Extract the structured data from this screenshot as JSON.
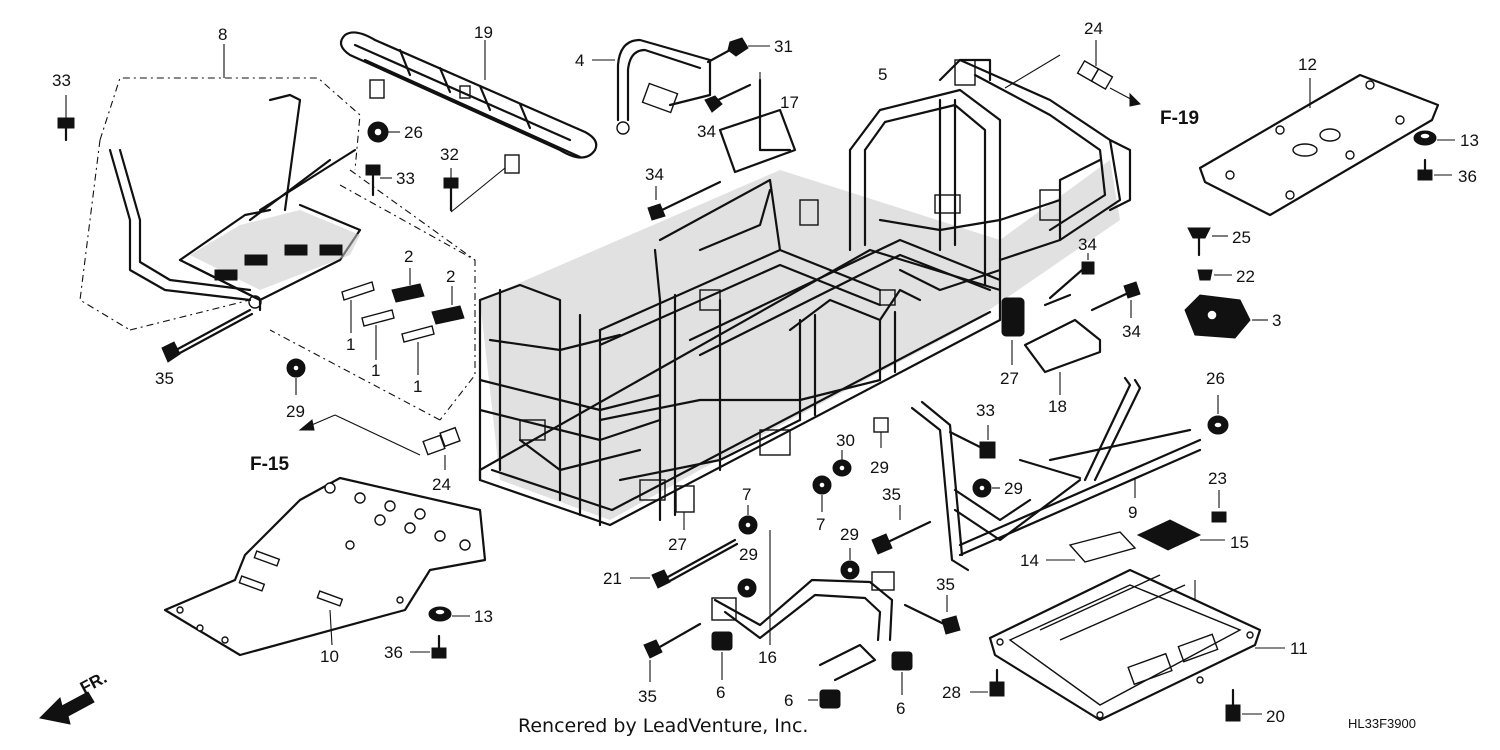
{
  "diagram": {
    "callouts": [
      {
        "id": "c8",
        "label": "8"
      },
      {
        "id": "c19",
        "label": "19"
      },
      {
        "id": "c4",
        "label": "4"
      },
      {
        "id": "c31",
        "label": "31"
      },
      {
        "id": "c24a",
        "label": "24"
      },
      {
        "id": "c12",
        "label": "12"
      },
      {
        "id": "c33a",
        "label": "33"
      },
      {
        "id": "c5",
        "label": "5"
      },
      {
        "id": "c17",
        "label": "17"
      },
      {
        "id": "c34a",
        "label": "34"
      },
      {
        "id": "c26a",
        "label": "26"
      },
      {
        "id": "c32",
        "label": "32"
      },
      {
        "id": "c33b",
        "label": "33"
      },
      {
        "id": "c13a",
        "label": "13"
      },
      {
        "id": "c36a",
        "label": "36"
      },
      {
        "id": "c34b",
        "label": "34"
      },
      {
        "id": "c25",
        "label": "25"
      },
      {
        "id": "c22",
        "label": "22"
      },
      {
        "id": "c34c",
        "label": "34"
      },
      {
        "id": "c34d",
        "label": "34"
      },
      {
        "id": "c3",
        "label": "3"
      },
      {
        "id": "c2a",
        "label": "2"
      },
      {
        "id": "c2b",
        "label": "2"
      },
      {
        "id": "c1a",
        "label": "1"
      },
      {
        "id": "c1b",
        "label": "1"
      },
      {
        "id": "c1c",
        "label": "1"
      },
      {
        "id": "c35a",
        "label": "35"
      },
      {
        "id": "c29a",
        "label": "29"
      },
      {
        "id": "c27a",
        "label": "27"
      },
      {
        "id": "c18",
        "label": "18"
      },
      {
        "id": "c26b",
        "label": "26"
      },
      {
        "id": "c33c",
        "label": "33"
      },
      {
        "id": "c30",
        "label": "30"
      },
      {
        "id": "c29b",
        "label": "29"
      },
      {
        "id": "c29c",
        "label": "29"
      },
      {
        "id": "c24b",
        "label": "24"
      },
      {
        "id": "c35b",
        "label": "35"
      },
      {
        "id": "c9",
        "label": "9"
      },
      {
        "id": "c23",
        "label": "23"
      },
      {
        "id": "c7a",
        "label": "7"
      },
      {
        "id": "c7b",
        "label": "7"
      },
      {
        "id": "c27b",
        "label": "27"
      },
      {
        "id": "c29d",
        "label": "29"
      },
      {
        "id": "c29e",
        "label": "29"
      },
      {
        "id": "c14",
        "label": "14"
      },
      {
        "id": "c15",
        "label": "15"
      },
      {
        "id": "c21",
        "label": "21"
      },
      {
        "id": "c35c",
        "label": "35"
      },
      {
        "id": "c13b",
        "label": "13"
      },
      {
        "id": "c16",
        "label": "16"
      },
      {
        "id": "c11",
        "label": "11"
      },
      {
        "id": "c36b",
        "label": "36"
      },
      {
        "id": "c10",
        "label": "10"
      },
      {
        "id": "c35d",
        "label": "35"
      },
      {
        "id": "c6a",
        "label": "6"
      },
      {
        "id": "c6b",
        "label": "6"
      },
      {
        "id": "c6c",
        "label": "6"
      },
      {
        "id": "c28",
        "label": "28"
      },
      {
        "id": "c20",
        "label": "20"
      }
    ],
    "refs": {
      "f15": "F-15",
      "f19": "F-19"
    },
    "direction_label": "FR.",
    "credit": "Rencered by LeadVenture, Inc.",
    "drawing_code": "HL33F3900"
  }
}
